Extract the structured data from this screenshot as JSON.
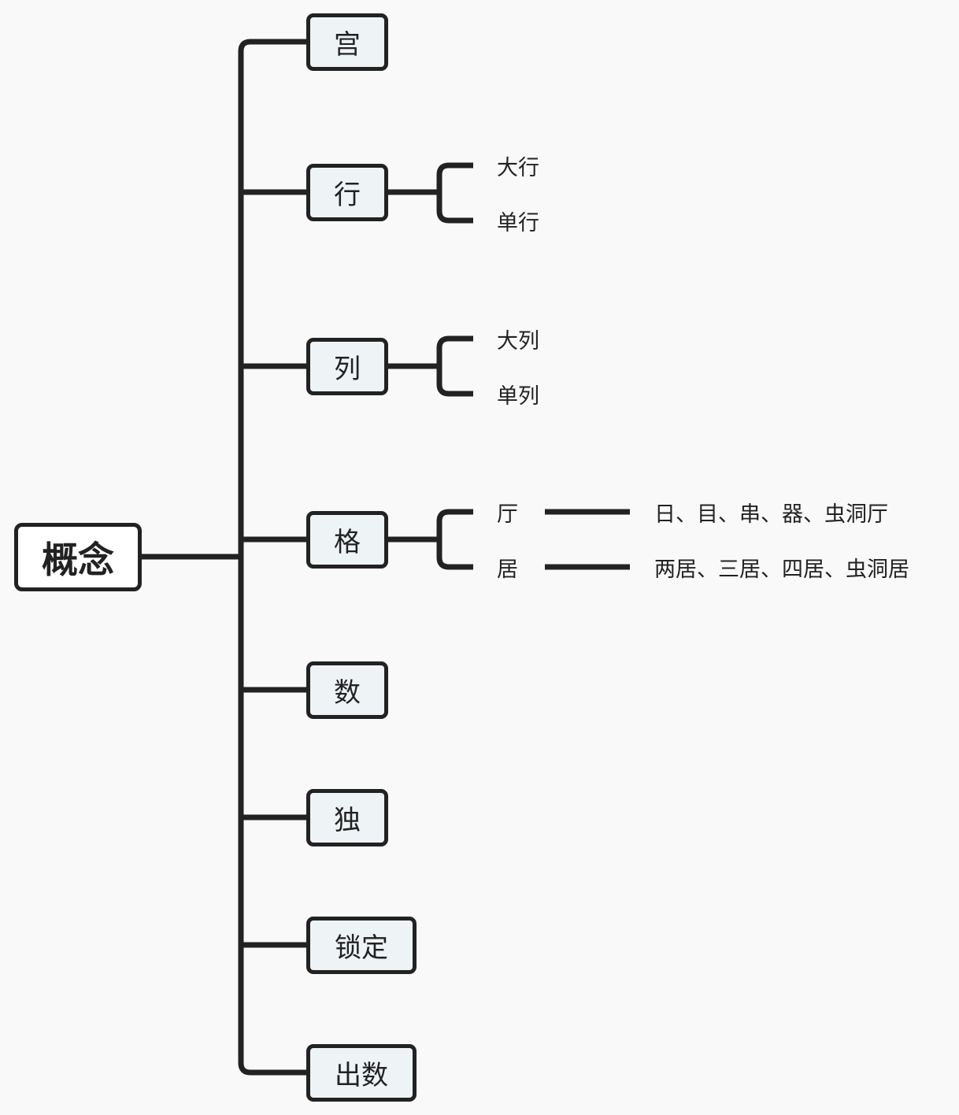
{
  "colors": {
    "line": "#222222",
    "node_fill": "#eef3f6",
    "root_fill": "#ffffff",
    "background": "#f9f9f9"
  },
  "root": {
    "label": "概念"
  },
  "branches": [
    {
      "label": "宫"
    },
    {
      "label": "行",
      "children": [
        {
          "label": "大行"
        },
        {
          "label": "单行"
        }
      ]
    },
    {
      "label": "列",
      "children": [
        {
          "label": "大列"
        },
        {
          "label": "单列"
        }
      ]
    },
    {
      "label": "格",
      "children": [
        {
          "label": "厅",
          "detail": "日、目、串、器、虫洞厅"
        },
        {
          "label": "居",
          "detail": "两居、三居、四居、虫洞居"
        }
      ]
    },
    {
      "label": "数"
    },
    {
      "label": "独"
    },
    {
      "label": "锁定"
    },
    {
      "label": "出数"
    }
  ]
}
